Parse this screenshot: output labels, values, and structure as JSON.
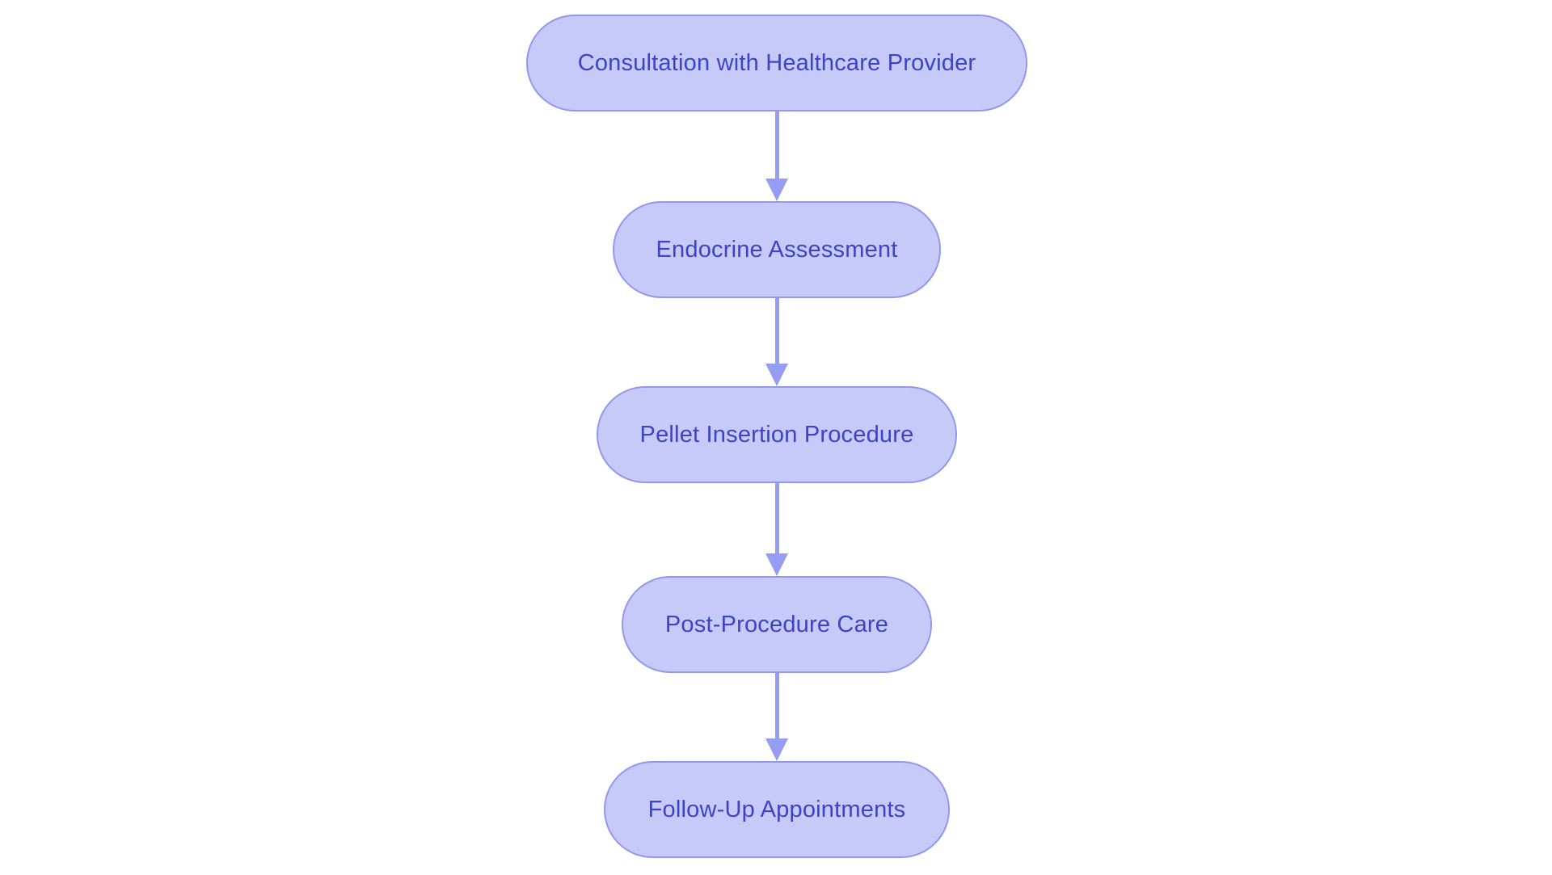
{
  "diagram": {
    "type": "flowchart",
    "direction": "top-down",
    "theme": {
      "background_color": "#ffffff",
      "node_fill_color": "#c7caf8",
      "node_border_color": "#9198ee",
      "node_text_color": "#3b44c4",
      "arrow_color": "#959df0"
    },
    "nodes": [
      {
        "id": "consultation",
        "label": "Consultation with Healthcare Provider"
      },
      {
        "id": "endocrine-assessment",
        "label": "Endocrine Assessment"
      },
      {
        "id": "pellet-insertion",
        "label": "Pellet Insertion Procedure"
      },
      {
        "id": "post-procedure-care",
        "label": "Post-Procedure Care"
      },
      {
        "id": "follow-up-appointments",
        "label": "Follow-Up Appointments"
      }
    ],
    "edges": [
      {
        "from": "consultation",
        "to": "endocrine-assessment"
      },
      {
        "from": "endocrine-assessment",
        "to": "pellet-insertion"
      },
      {
        "from": "pellet-insertion",
        "to": "post-procedure-care"
      },
      {
        "from": "post-procedure-care",
        "to": "follow-up-appointments"
      }
    ]
  }
}
